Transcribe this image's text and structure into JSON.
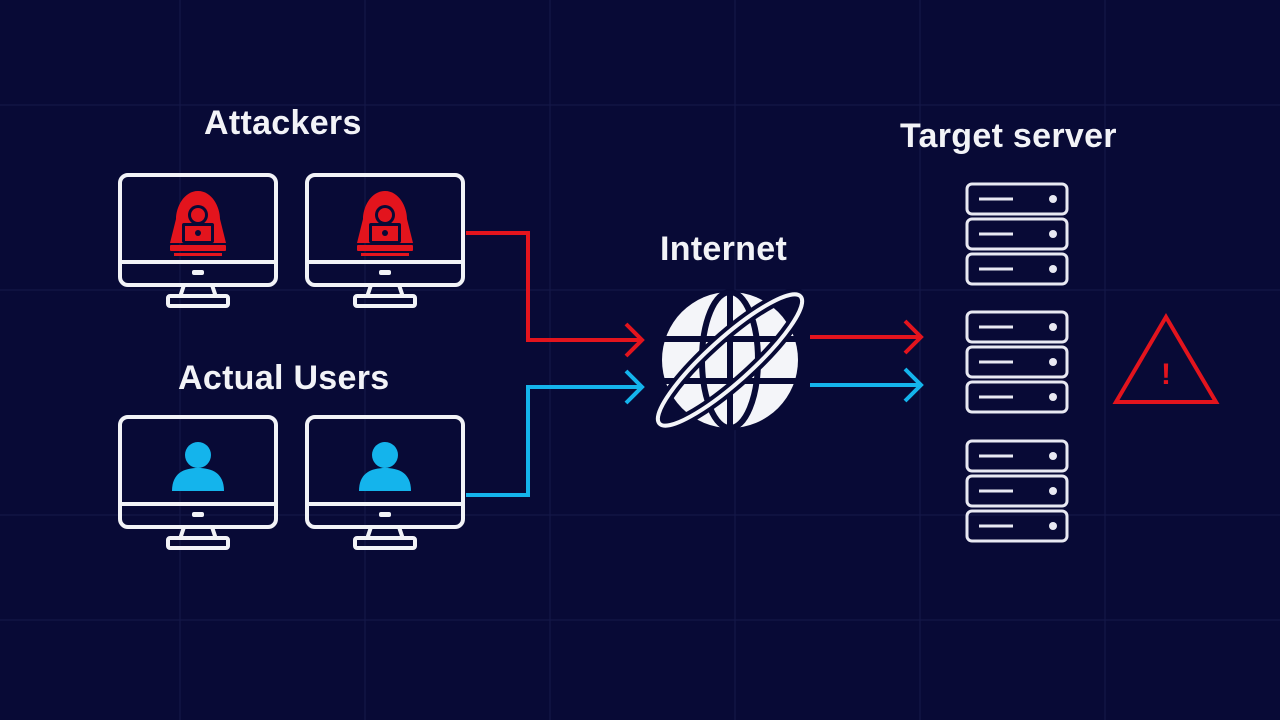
{
  "diagram": {
    "labels": {
      "attackers": "Attackers",
      "actual_users": "Actual Users",
      "internet": "Internet",
      "target_server": "Target server"
    },
    "nodes": {
      "attackers": [
        {
          "icon": "hacker-icon"
        },
        {
          "icon": "hacker-icon"
        }
      ],
      "users": [
        {
          "icon": "user-icon"
        },
        {
          "icon": "user-icon"
        }
      ],
      "internet": {
        "icon": "globe-icon"
      },
      "server_groups": 3,
      "units_per_group": 3,
      "alert": {
        "icon": "warning-icon",
        "symbol": "!"
      }
    },
    "edges": [
      {
        "from": "attackers",
        "to": "internet",
        "color": "#e3141d"
      },
      {
        "from": "actual_users",
        "to": "internet",
        "color": "#14b4ec"
      },
      {
        "from": "internet",
        "to": "target_server",
        "color": "#e3141d"
      },
      {
        "from": "internet",
        "to": "target_server",
        "color": "#14b4ec"
      }
    ],
    "colors": {
      "background": "#080a36",
      "attack": "#e3141d",
      "legit": "#14b4ec",
      "outline": "#f2f3f7"
    }
  }
}
